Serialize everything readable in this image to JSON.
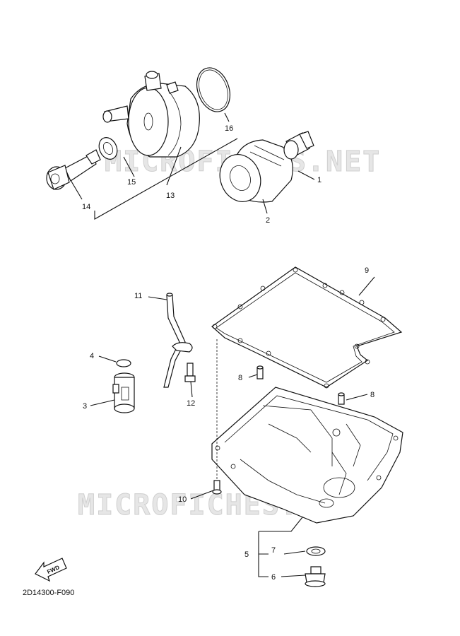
{
  "watermarks": [
    "MICROFICHES.NET",
    "MICROFICHES.NET"
  ],
  "labels": {
    "p1": "1",
    "p2": "2",
    "p3": "3",
    "p4": "4",
    "p5": "5",
    "p6": "6",
    "p7": "7",
    "p8a": "8",
    "p8b": "8",
    "p9": "9",
    "p10": "10",
    "p11": "11",
    "p12": "12",
    "p13": "13",
    "p14": "14",
    "p15": "15",
    "p16": "16"
  },
  "fwd": "FWD",
  "catalog_code": "2D14300-F090"
}
